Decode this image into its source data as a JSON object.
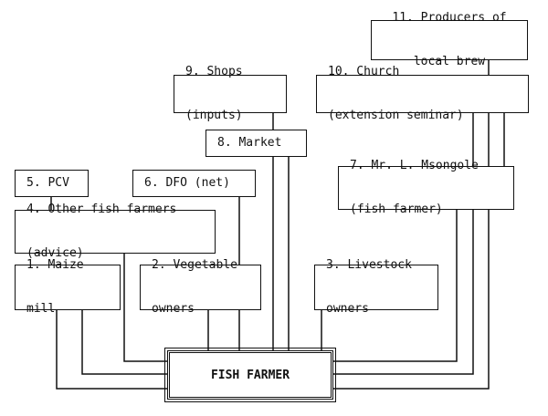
{
  "diagram": {
    "center": {
      "label": "FISH FARMER"
    },
    "nodes": [
      {
        "id": "n1",
        "lines": [
          "1. Maize",
          "mill"
        ]
      },
      {
        "id": "n2",
        "lines": [
          "2. Vegetable",
          "owners"
        ]
      },
      {
        "id": "n3",
        "lines": [
          "3. Livestock",
          "owners"
        ]
      },
      {
        "id": "n4",
        "lines": [
          "4. Other fish farmers",
          "(advice)"
        ]
      },
      {
        "id": "n5",
        "lines": [
          "5. PCV"
        ]
      },
      {
        "id": "n6",
        "lines": [
          "6. DFO (net)"
        ]
      },
      {
        "id": "n7",
        "lines": [
          "7. Mr. L. Msongole",
          "(fish farmer)"
        ]
      },
      {
        "id": "n8",
        "lines": [
          "8. Market"
        ]
      },
      {
        "id": "n9",
        "lines": [
          "9. Shops",
          "(inputs)"
        ]
      },
      {
        "id": "n10",
        "lines": [
          "10. Church",
          "(extension seminar)"
        ]
      },
      {
        "id": "n11",
        "lines": [
          "11. Producers of",
          "local brew"
        ]
      }
    ]
  }
}
